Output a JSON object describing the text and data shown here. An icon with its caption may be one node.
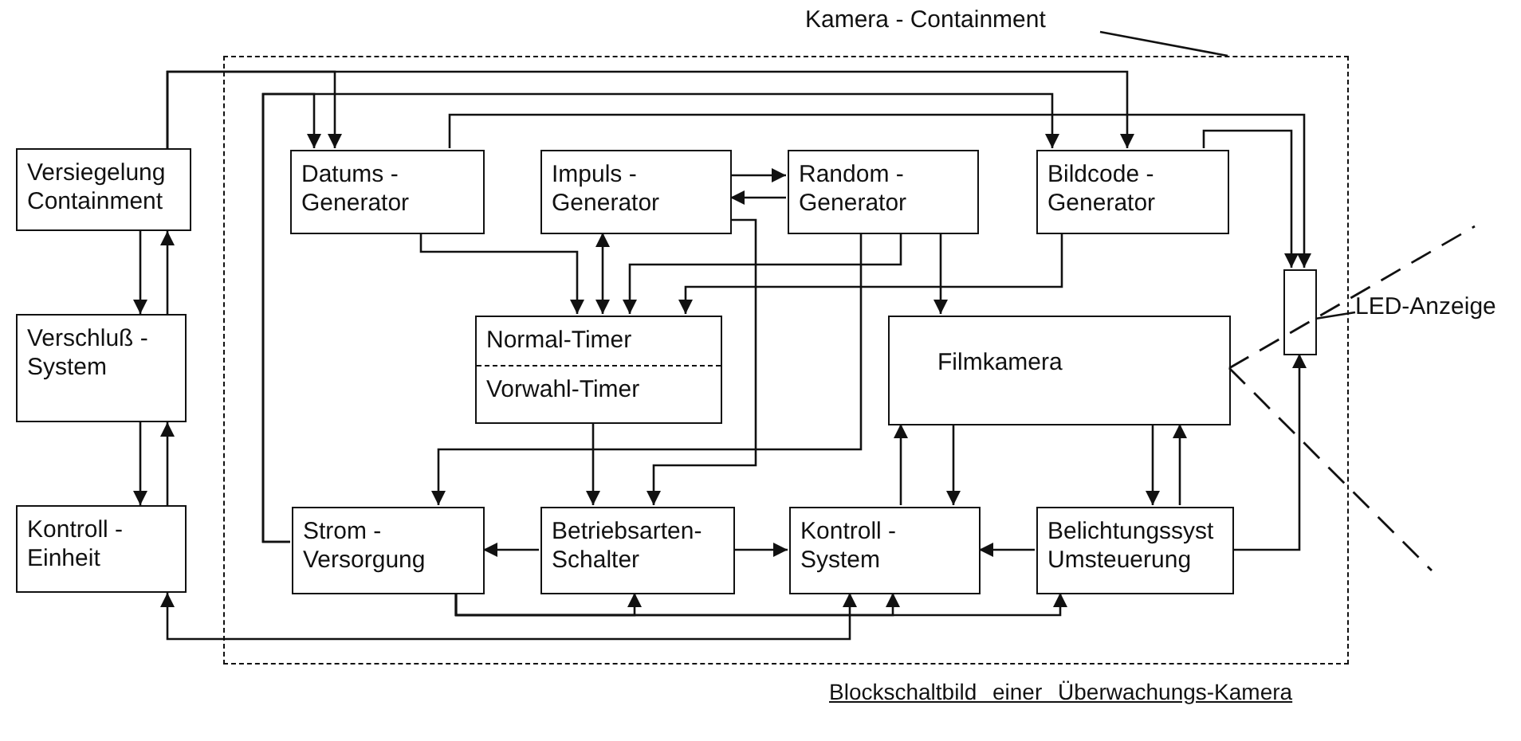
{
  "diagram": {
    "caption": "Blockschaltbild einer Überwachungs-Kamera",
    "nodes": [
      {
        "text": [
          "Kamera - Containment"
        ]
      },
      {
        "text": [],
        "shape": "box"
      },
      {
        "text": [
          "Versiegelung Containment"
        ]
      },
      {
        "text": [
          "Verschluß - System"
        ]
      },
      {
        "text": [
          "Kontroll - Einheit"
        ]
      },
      {
        "text": [
          "Datums - Generator"
        ],
        "in": 1
      },
      {
        "text": [
          "Impuls - Generator"
        ],
        "in": 1
      },
      {
        "text": [
          "Random - Generator"
        ],
        "in": 1
      },
      {
        "text": [
          "Bildcode - Generator"
        ],
        "in": 1
      },
      {
        "text": [],
        "shape": "box",
        "in": 1
      },
      {
        "text": [
          "LED-Anzeige"
        ]
      },
      {
        "text": [
          "Normal-Timer",
          "Vorwahl-Timer"
        ],
        "in": 1
      },
      {
        "text": [
          "Filmkamera"
        ],
        "in": 1
      },
      {
        "text": [
          "Strom - Versorgung"
        ],
        "in": 1
      },
      {
        "text": [
          "Betriebsarten-Schalter"
        ],
        "in": 1
      },
      {
        "text": [
          "Kontroll - System"
        ],
        "in": 1
      },
      {
        "text": [
          "Belichtungssyst Umsteuerung"
        ],
        "in": 1
      }
    ],
    "edges": [
      {
        "from": 2,
        "to": 3,
        "arrow": "to"
      },
      {
        "from": 3,
        "to": 2,
        "arrow": "to"
      },
      {
        "from": 3,
        "to": 4,
        "arrow": "to"
      },
      {
        "from": 4,
        "to": 3,
        "arrow": "to"
      },
      {
        "from": 2,
        "to": 5,
        "arrow": "to"
      },
      {
        "from": 2,
        "to": 8,
        "arrow": "to"
      },
      {
        "from": 13,
        "to": 5,
        "arrow": "to"
      },
      {
        "from": 13,
        "to": 8,
        "arrow": "to"
      },
      {
        "from": 5,
        "to": 9,
        "arrow": "to"
      },
      {
        "from": 8,
        "to": 9,
        "arrow": "to"
      },
      {
        "from": 6,
        "to": 7,
        "arrow": "to"
      },
      {
        "from": 7,
        "to": 6,
        "arrow": "to"
      },
      {
        "from": 5,
        "to": 11,
        "arrow": "to"
      },
      {
        "from": 6,
        "to": 11,
        "arrow": "both"
      },
      {
        "from": 7,
        "to": 11,
        "arrow": "to"
      },
      {
        "from": 8,
        "to": 11,
        "arrow": "to"
      },
      {
        "from": 7,
        "to": 12,
        "arrow": "to"
      },
      {
        "from": 12,
        "to": 16,
        "arrow": "to"
      },
      {
        "from": 16,
        "to": 12,
        "arrow": "to"
      },
      {
        "from": 15,
        "to": 12,
        "arrow": "to"
      },
      {
        "from": 12,
        "to": 15,
        "arrow": "to"
      },
      {
        "from": 11,
        "to": 14,
        "arrow": "to"
      },
      {
        "from": 6,
        "to": 14,
        "arrow": "to"
      },
      {
        "from": 7,
        "to": 13,
        "arrow": "to"
      },
      {
        "from": 14,
        "to": 13,
        "arrow": "to"
      },
      {
        "from": 14,
        "to": 15,
        "arrow": "to"
      },
      {
        "from": 16,
        "to": 15,
        "arrow": "to"
      },
      {
        "from": 16,
        "to": 9,
        "arrow": "to"
      },
      {
        "from": 13,
        "to": 14,
        "arrow": "to"
      },
      {
        "from": 13,
        "to": 16,
        "arrow": "to"
      },
      {
        "from": 4,
        "to": 15,
        "arrow": "both"
      },
      {
        "from": 13,
        "to": 15,
        "arrow": "to"
      },
      {
        "from": 10,
        "to": 9,
        "arrow": "none"
      },
      {
        "from": 0,
        "to": 1,
        "arrow": "none"
      }
    ]
  }
}
